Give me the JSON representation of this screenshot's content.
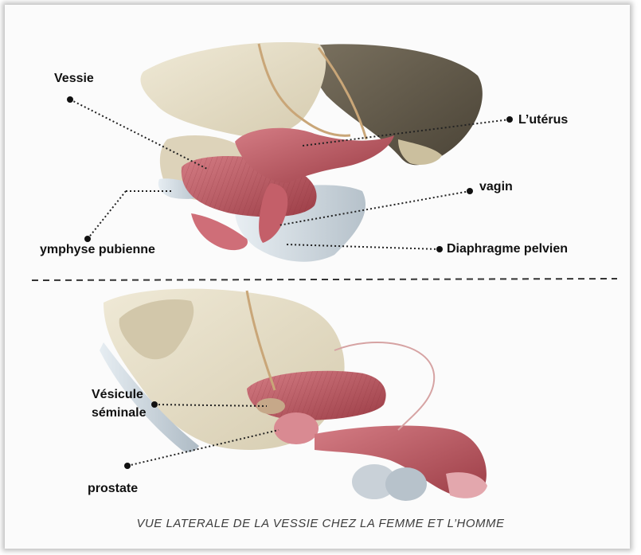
{
  "female": {
    "labels": {
      "vessie": "Vessie",
      "uterus": "L’utérus",
      "vagin": "vagin",
      "symphyse": "ymphyse pubienne",
      "diaphragme": "Diaphragme pelvien"
    }
  },
  "male": {
    "labels": {
      "vesicule_line1": "Vésicule",
      "vesicule_line2": "séminale",
      "prostate": "prostate"
    }
  },
  "caption": "VUE LATERALE DE LA VESSIE CHEZ LA FEMME ET L’HOMME",
  "colors": {
    "bone": "#e6dfc8",
    "bone_dark": "#5e5648",
    "muscle": "#b5565e",
    "muscle_light": "#d98a92",
    "ligament": "#c9d4dc",
    "nerve": "#c9a678"
  }
}
